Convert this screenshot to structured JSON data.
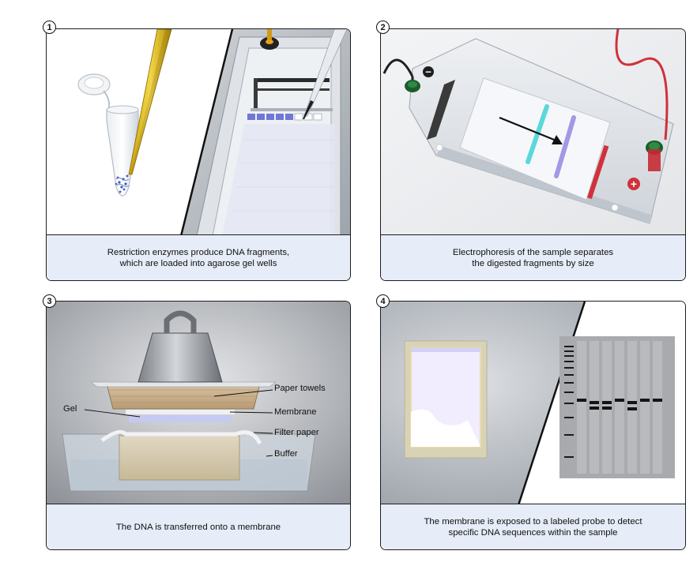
{
  "panels": [
    {
      "number": "1",
      "caption_line1": "Restriction enzymes produce DNA fragments,",
      "caption_line2": "which are loaded into agarose gel wells"
    },
    {
      "number": "2",
      "caption_line1": "Electrophoresis of the sample separates",
      "caption_line2": "the digested fragments by size",
      "electrode_negative": "−",
      "electrode_positive": "+"
    },
    {
      "number": "3",
      "caption_line1": "The DNA is transferred onto a membrane",
      "labels": {
        "paper_towels": "Paper towels",
        "gel": "Gel",
        "membrane": "Membrane",
        "filter_paper": "Filter paper",
        "buffer": "Buffer"
      }
    },
    {
      "number": "4",
      "caption_line1": "The membrane is exposed to a labeled probe to detect",
      "caption_line2": "specific DNA sequences within the sample"
    }
  ],
  "colors": {
    "caption_bg": "#e6ecf8",
    "border": "#1d1d1f",
    "positive_electrode": "#d0313a",
    "negative_electrode": "#1f1f1f",
    "band_cyan": "#3fd3d6",
    "band_purple": "#8c82e0",
    "pipette_tip": "#e8c21c"
  }
}
